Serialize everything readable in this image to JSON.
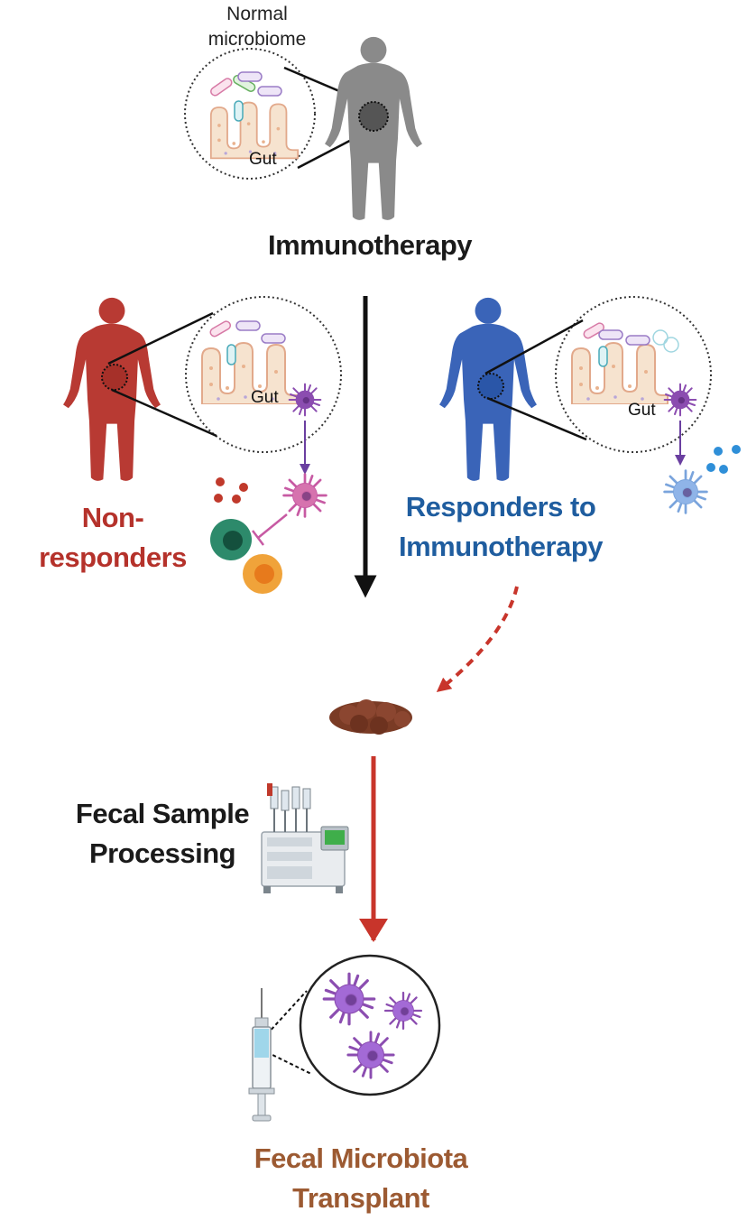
{
  "labels": {
    "normal_microbiome": "Normal microbiome",
    "gut_top": "Gut",
    "gut_left": "Gut",
    "gut_right": "Gut",
    "immunotherapy": "Immunotherapy",
    "non_responders": "Non-responders",
    "responders": "Responders to Immunotherapy",
    "fecal_processing": "Fecal Sample Processing",
    "fecal_transplant": "Fecal Microbiota Transplant"
  },
  "colors": {
    "normal_body": "#8a8a8a",
    "non_responder_body": "#b83a33",
    "responder_body": "#3a64b8",
    "main_arrow": "#111111",
    "red_arrow": "#c8352b",
    "dendritic_purple": "#8b4db0",
    "dendritic_pink": "#c75aa3",
    "dendritic_blue": "#7aa4dc",
    "stool": "#7a3b25"
  }
}
